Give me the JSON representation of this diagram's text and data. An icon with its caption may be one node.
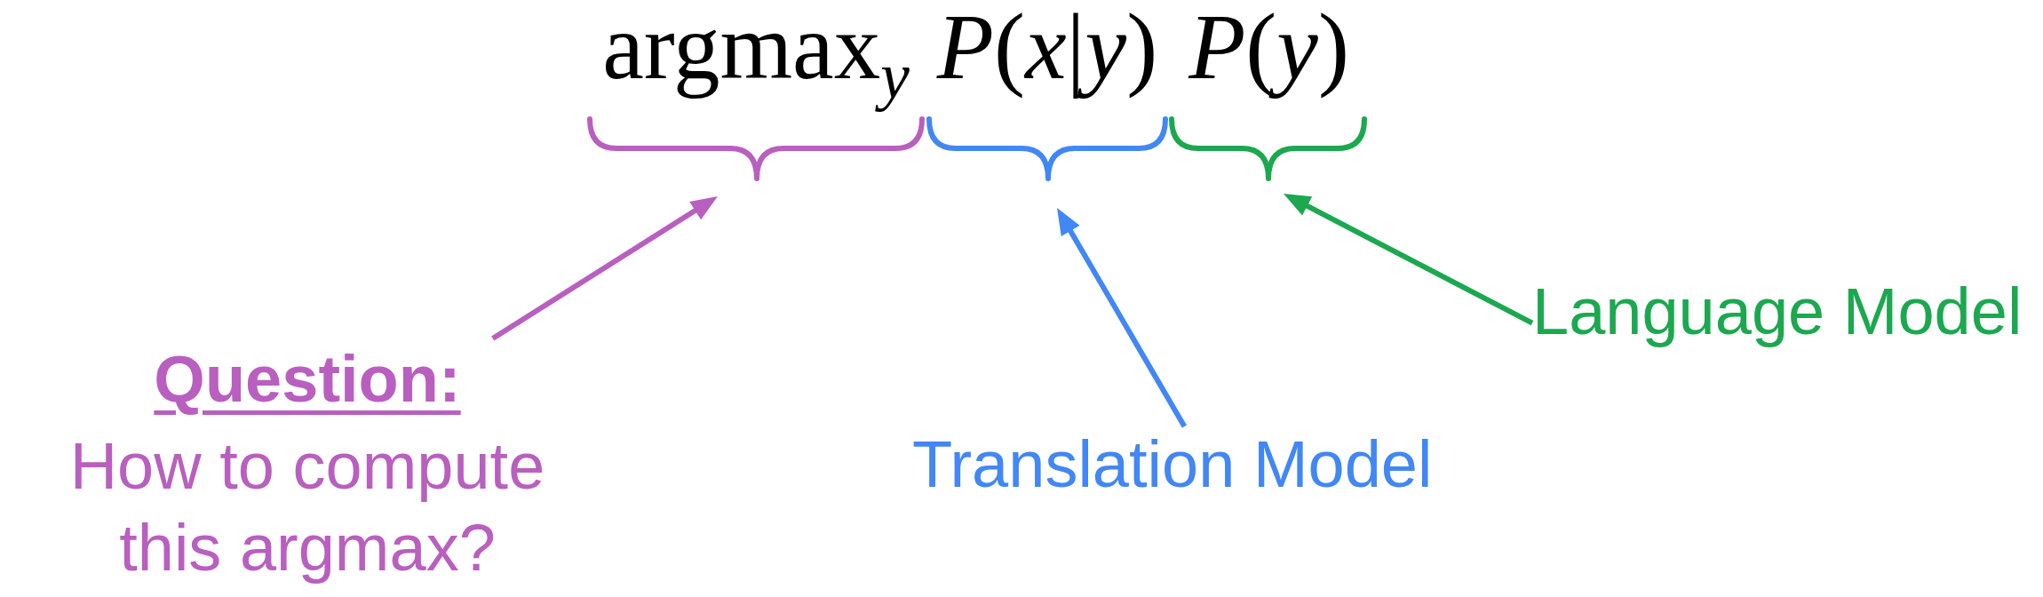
{
  "diagram": {
    "nodes": [
      {
        "text": [
          "argmax$_{y}$"
        ]
      },
      {
        "text": [
          "*P*(*x*|*y*)"
        ]
      },
      {
        "text": [
          "*P*(*y*)"
        ]
      },
      {
        "text": [
          "Question:",
          "How to compute this argmax?"
        ]
      },
      {
        "text": [
          "Translation Model"
        ]
      },
      {
        "text": [
          "Language Model"
        ]
      }
    ],
    "edges": [
      {
        "from": 3,
        "to": 0,
        "arrow": "to",
        "color": "#b95fc0"
      },
      {
        "from": 4,
        "to": 1,
        "arrow": "to",
        "color": "#4187f5"
      },
      {
        "from": 5,
        "to": 2,
        "arrow": "to",
        "color": "#1ba84f"
      }
    ]
  }
}
